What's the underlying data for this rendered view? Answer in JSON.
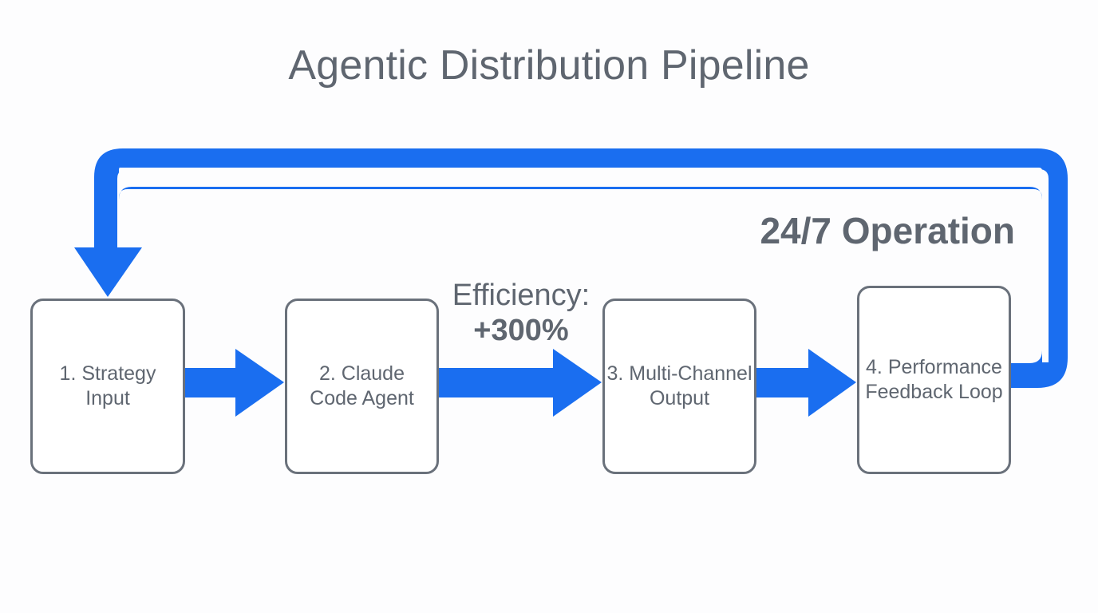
{
  "title": "Agentic Distribution Pipeline",
  "steps": [
    {
      "label": "1. Strategy\nInput"
    },
    {
      "label": "2. Claude\nCode Agent"
    },
    {
      "label": "3. Multi-Channel\nOutput"
    },
    {
      "label": "4. Performance\nFeedback Loop"
    }
  ],
  "annotations": {
    "efficiency_label": "Efficiency:",
    "efficiency_value": "+300%",
    "operation": "24/7 Operation"
  },
  "colors": {
    "arrow": "#1a6ef0",
    "box_border": "#6a717b",
    "text": "#5f6670"
  }
}
